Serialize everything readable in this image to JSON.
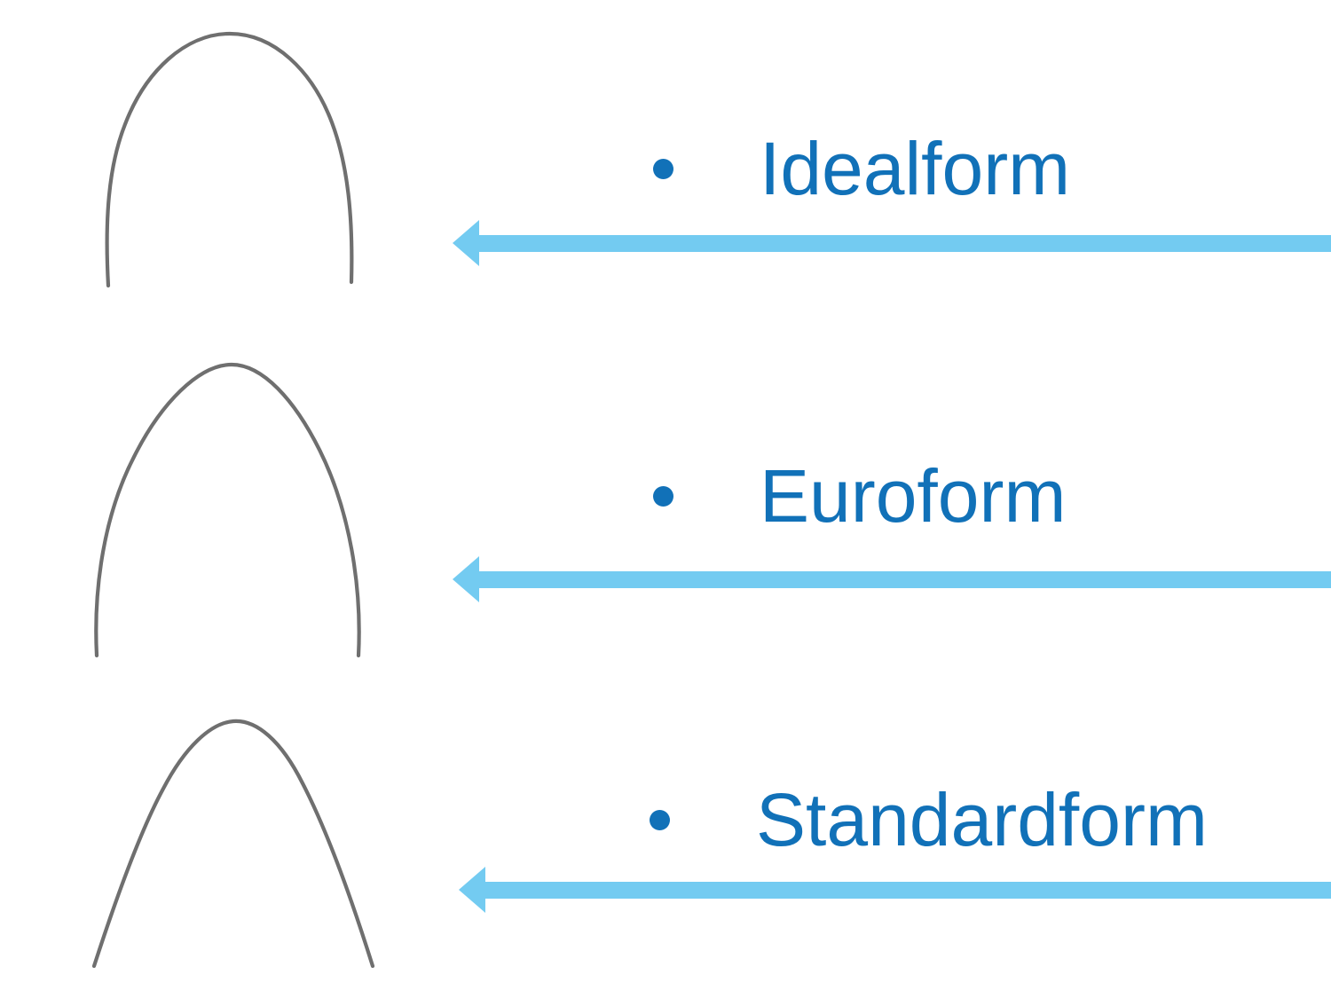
{
  "slide": {
    "background": "#FFFFFF",
    "items": [
      {
        "label": "Idealform",
        "image": "archwire-idealform",
        "bullet_icon": "bullet-dot",
        "arrow_icon": "left-arrow"
      },
      {
        "label": "Euroform",
        "image": "archwire-euroform",
        "bullet_icon": "bullet-dot",
        "arrow_icon": "left-arrow"
      },
      {
        "label": "Standardform",
        "image": "archwire-standardform",
        "bullet_icon": "bullet-dot",
        "arrow_icon": "left-arrow"
      }
    ],
    "colors": {
      "label_text": "#1171B8",
      "bullet": "#1171B8",
      "arrow": "#73CBF1",
      "wire": "#6F6F6F",
      "background": "#FFFFFF"
    }
  }
}
